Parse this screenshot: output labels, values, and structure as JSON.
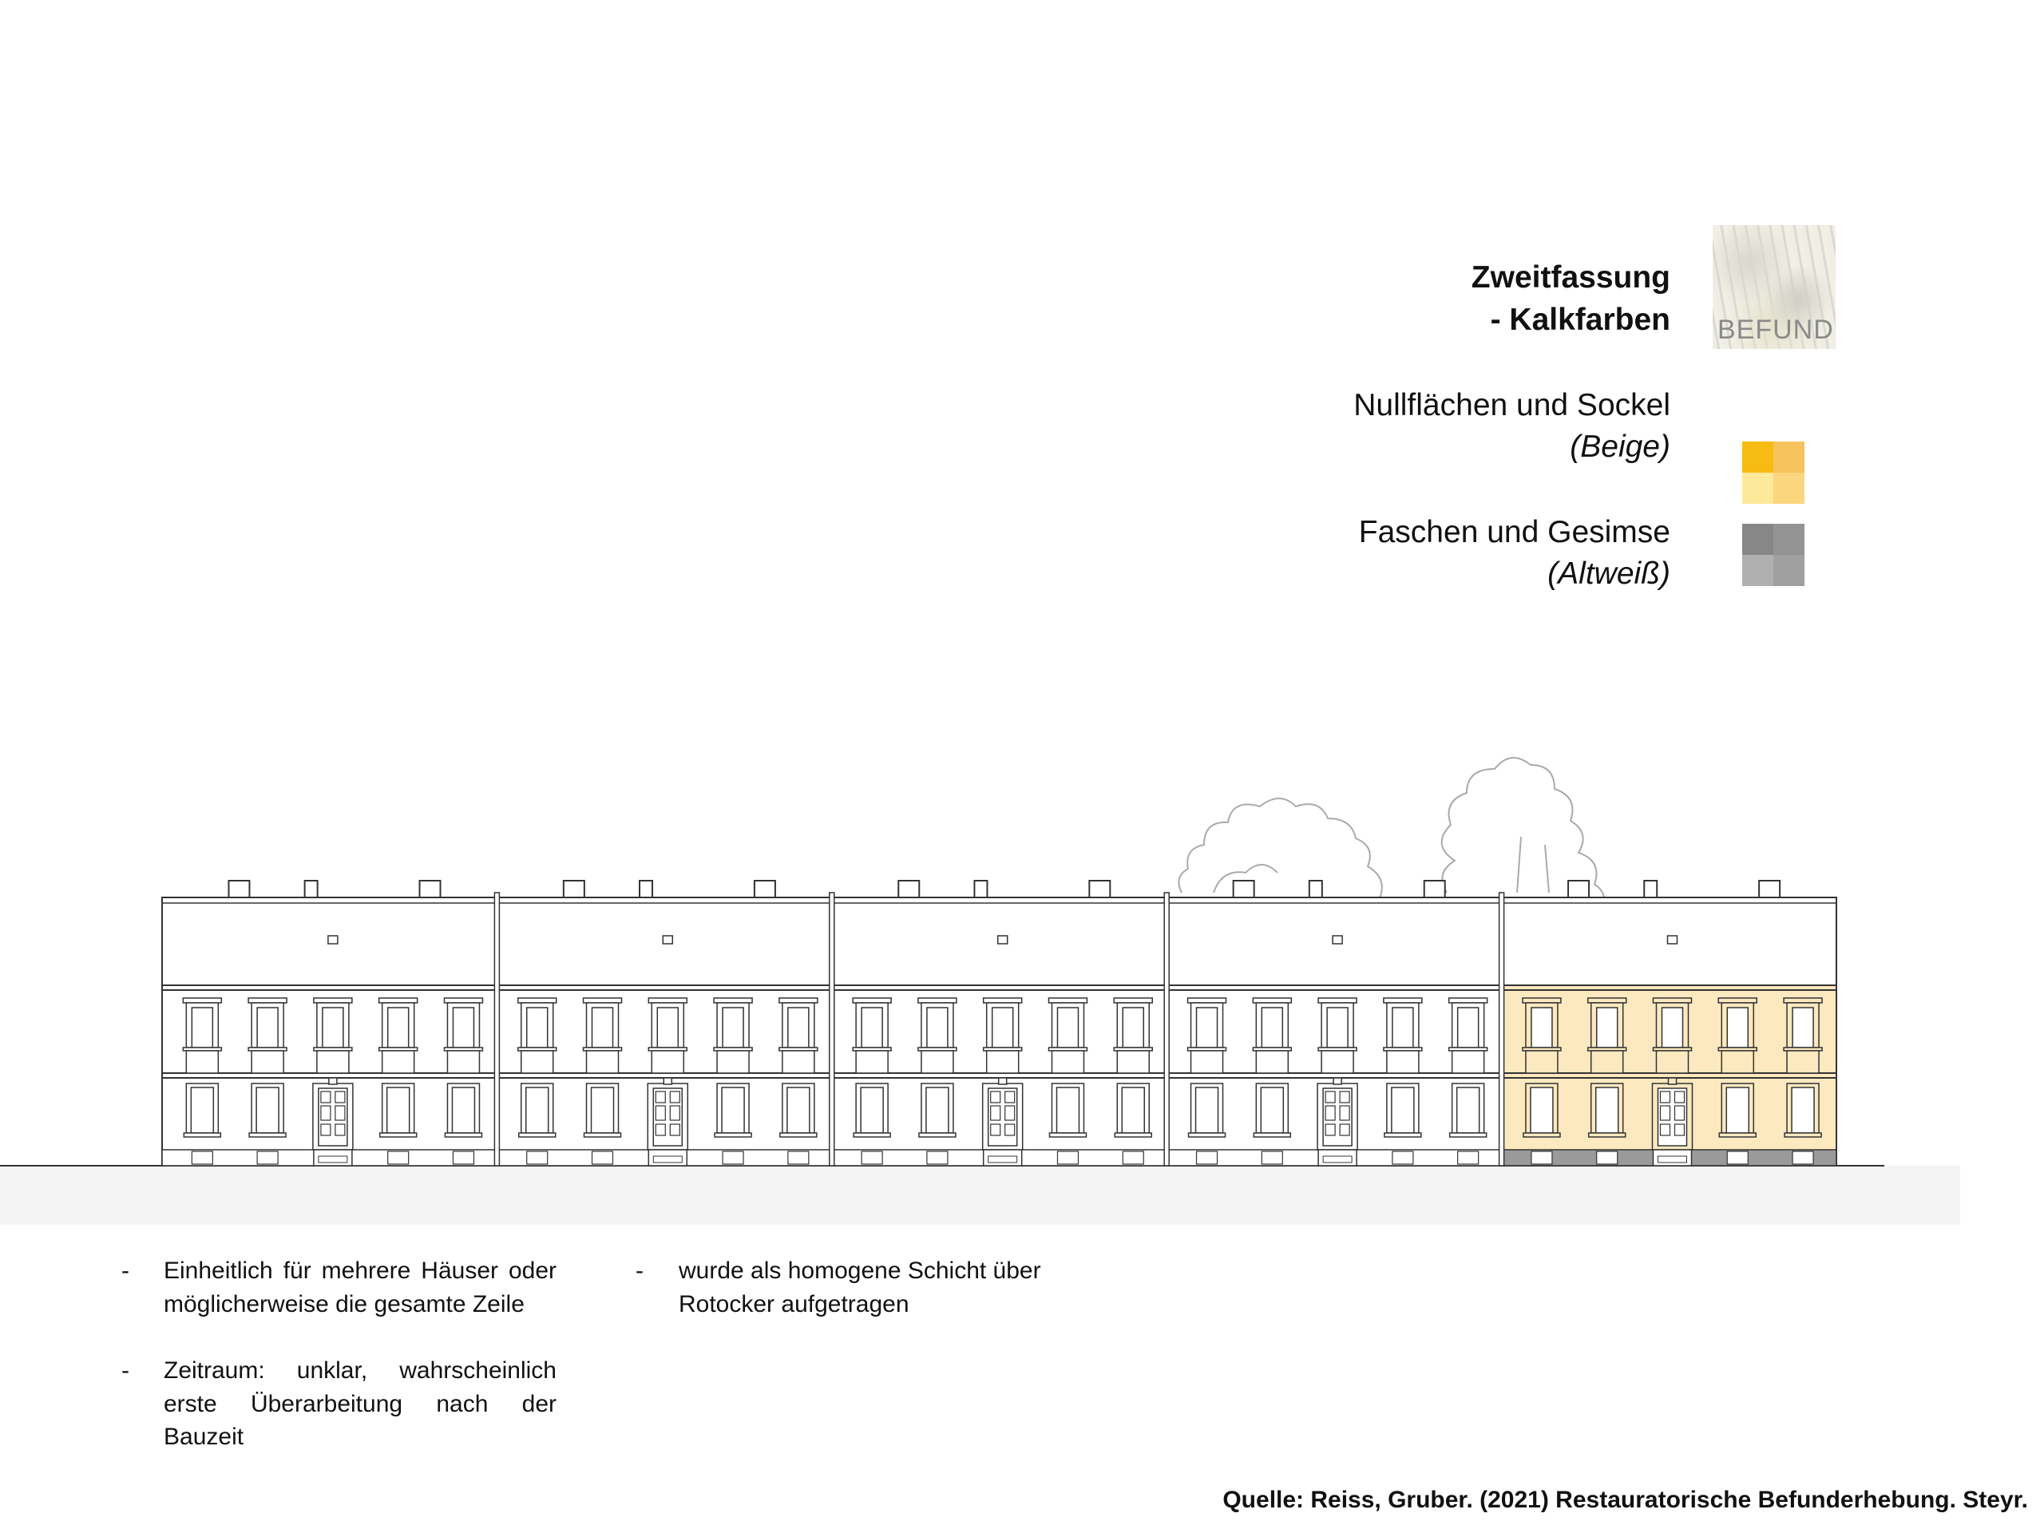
{
  "legend": {
    "title_line1": "Zweitfassung",
    "title_line2": "- Kalkfarben",
    "befund_label": "BEFUND",
    "items": [
      {
        "label": "Nullflächen und Sockel",
        "sublabel": "(Beige)",
        "colors": [
          "#f6bc14",
          "#f6c35c",
          "#fee99a",
          "#fcd67e"
        ]
      },
      {
        "label": "Faschen und Gesimse",
        "sublabel": "(Altweiß)",
        "colors": [
          "#878787",
          "#939393",
          "#b0b0b0",
          "#a0a0a0"
        ]
      }
    ]
  },
  "drawing": {
    "house_count": 5,
    "highlighted_house": 5,
    "facade_color": "#fde9c0",
    "plinth_color": "#9a9a9a",
    "ground_color": "#f4f4f4"
  },
  "notes": {
    "left": [
      {
        "dash": "-",
        "text": "Einheitlich für mehrere Häuser oder möglicherweise die gesamte Zeile"
      },
      {
        "dash": "-",
        "text": "Zeitraum: unklar, wahrscheinlich erste Überarbeitung nach der Bauzeit"
      }
    ],
    "right": [
      {
        "dash": "-",
        "text": "wurde als homogene Schicht über Rotocker aufgetragen"
      }
    ]
  },
  "source": "Quelle: Reiss, Gruber. (2021) Restauratorische Befunderhebung. Steyr."
}
